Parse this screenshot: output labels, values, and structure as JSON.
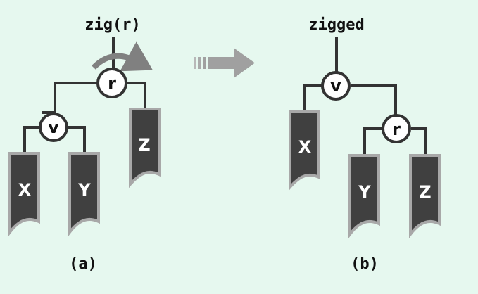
{
  "diagram": {
    "left": {
      "top_label": "zig(r)",
      "root_node": "r",
      "child_node": "v",
      "subtrees": [
        "X",
        "Y",
        "Z"
      ],
      "caption": "(a)"
    },
    "right": {
      "top_label": "zigged",
      "root_node": "v",
      "child_node": "r",
      "subtrees": [
        "X",
        "Y",
        "Z"
      ],
      "caption": "(b)"
    },
    "colors": {
      "background": "#e6f8ef",
      "edge": "#333333",
      "subtree_fill": "#404040",
      "subtree_border": "#a8a8a8",
      "rotation_arrow": "#808080",
      "transform_arrow": "#a0a0a0"
    }
  }
}
